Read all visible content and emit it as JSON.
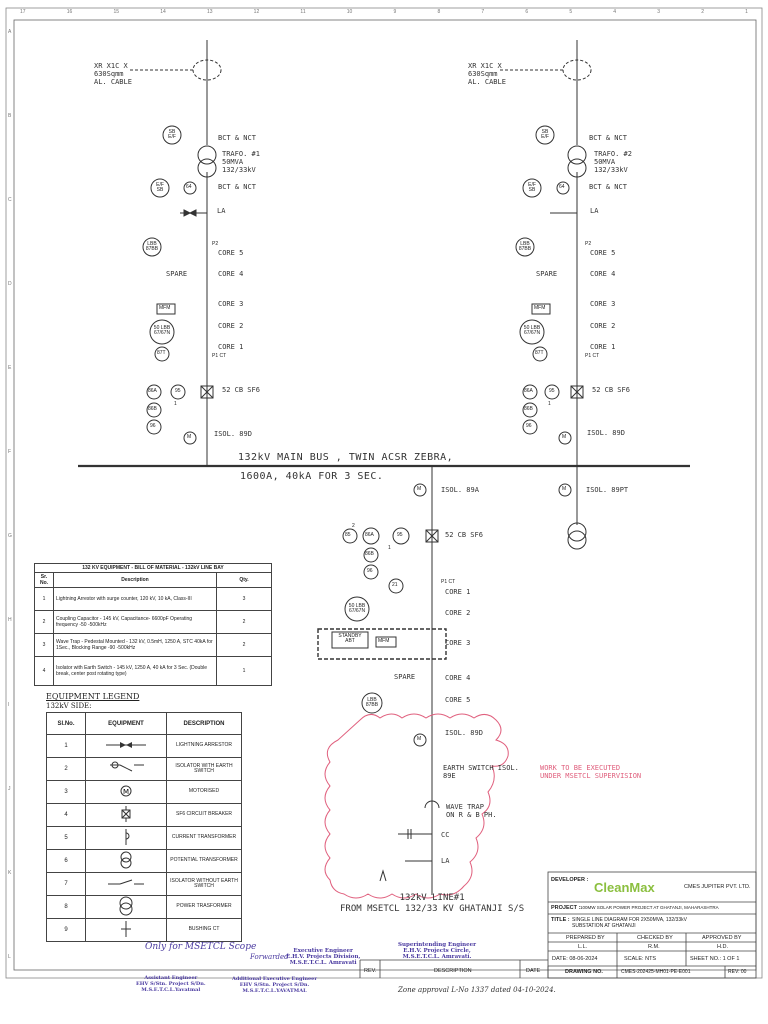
{
  "left_bay": {
    "cable": [
      "XR X1C X",
      "630Sqmm",
      "AL. CABLE"
    ],
    "sb_ef": "SB E/F",
    "ef_sb": "E/F SB",
    "relay_64": "64",
    "bct_nct_top": "BCT & NCT",
    "bct_nct_bottom": "BCT & NCT",
    "trafo": [
      "TRAFO. #1",
      "50MVA",
      "132/33kV"
    ],
    "la": "LA",
    "lbb": [
      "LBB",
      "87BB"
    ],
    "p2": "P2",
    "core5": "CORE 5",
    "spare": "SPARE",
    "core4": "CORE 4",
    "mfm": "MFM",
    "core3": "CORE 3",
    "diff": [
      "50 LBB",
      "67/67N"
    ],
    "core2": "CORE 2",
    "r87t": "87T",
    "core1": "CORE 1",
    "p1ct": "P1 CT",
    "r86a": "86A",
    "r95": "95",
    "r86b": "86B",
    "r96": "96",
    "n1": "1",
    "cb": "52 CB SF6",
    "m": "M",
    "isol": "ISOL. 89D"
  },
  "right_bay": {
    "cable": [
      "XR X1C X",
      "630Sqmm",
      "AL. CABLE"
    ],
    "sb_ef": "SB E/F",
    "ef_sb": "E/F SB",
    "relay_64": "64",
    "bct_nct_top": "BCT & NCT",
    "bct_nct_bottom": "BCT & NCT",
    "trafo": [
      "TRAFO. #2",
      "50MVA",
      "132/33kV"
    ],
    "la": "LA",
    "lbb": [
      "LBB",
      "87BB"
    ],
    "p2": "P2",
    "core5": "CORE 5",
    "spare": "SPARE",
    "core4": "CORE 4",
    "mfm": "MFM",
    "core3": "CORE 3",
    "diff": [
      "50 LBB",
      "67/67N"
    ],
    "core2": "CORE 2",
    "r87t": "87T",
    "core1": "CORE 1",
    "p1ct": "P1 CT",
    "r86a": "86A",
    "r95": "95",
    "r86b": "86B",
    "r96": "96",
    "n1": "1",
    "cb": "52 CB SF6",
    "m": "M",
    "isol": "ISOL. 89D"
  },
  "main_bus": [
    "132kV MAIN BUS , TWIN ACSR ZEBRA,",
    "1600A, 40kA FOR 3 SEC."
  ],
  "line_bay": {
    "m": "M",
    "isol_89a": "ISOL. 89A",
    "isol_89pt": "ISOL. 89PT",
    "r85": "85",
    "r86a": "86A",
    "r95": "95",
    "r86b": "86B",
    "r96": "96",
    "n2": "2",
    "n1": "1",
    "cb": "52 CB SF6",
    "r21": "21",
    "p1ct": "P1 CT",
    "core1": "CORE 1",
    "diff": [
      "50 LBB",
      "67/67N"
    ],
    "core2": "CORE 2",
    "standby": [
      "STANDBY",
      "ABT"
    ],
    "mfm": "MFM",
    "core3": "CORE 3",
    "spare": "SPARE",
    "core4": "CORE 4",
    "lbb": [
      "LBB",
      "87BB"
    ],
    "core5": "CORE 5",
    "isol_89d": "ISOL. 89D",
    "earth_switch": [
      "EARTH SWITCH ISOL.",
      "89E"
    ],
    "wave_trap": [
      "WAVE TRAP",
      "ON R & B PH."
    ],
    "cc": "CC",
    "la": "LA",
    "source": [
      "132kV LINE#1",
      "FROM MSETCL 132/33 KV GHATANJI S/S"
    ],
    "note": [
      "WORK TO BE EXECUTED",
      "UNDER MSETCL SUPERVISION"
    ]
  },
  "bom": {
    "title": "132 KV EQUIPMENT - BILL OF MATERIAL - 132kV LINE BAY",
    "headers": [
      "Sr. No.",
      "Description",
      "Qty."
    ],
    "rows": [
      {
        "no": "1",
        "desc": "Lightning Arrestor with surge counter, 120 kV, 10 kA, Class-III",
        "qty": "3"
      },
      {
        "no": "2",
        "desc": "Coupling Capacitor - 145 kV, Capacitance- 6600pF Operating frequency -50 -500kHz",
        "qty": "2"
      },
      {
        "no": "3",
        "desc": "Wave Trap - Pedestal Mounted - 132 kV, 0.5mH, 1250 A, STC 40kA for 1Sec., Blocking Range -90 -500kHz",
        "qty": "2"
      },
      {
        "no": "4",
        "desc": "Isolator with Earth Switch - 145 kV, 1250 A, 40 kA for 3 Sec. (Double break, center post rotating type)",
        "qty": "1"
      }
    ]
  },
  "legend": {
    "title": "EQUIPMENT LEGEND",
    "subtitle": "132kV SIDE:",
    "headers": [
      "Sl.No.",
      "EQUIPMENT",
      "DESCRIPTION"
    ],
    "rows": [
      {
        "no": "1",
        "desc": "LIGHTNING ARRESTOR",
        "icon": "lightning-arrestor-icon"
      },
      {
        "no": "2",
        "desc": "ISOLATOR WITH EARTH SWITCH",
        "icon": "isolator-earth-switch-icon"
      },
      {
        "no": "3",
        "desc": "MOTORISED",
        "icon": "motor-icon"
      },
      {
        "no": "4",
        "desc": "SF6 CIRCUIT BREAKER",
        "icon": "breaker-icon"
      },
      {
        "no": "5",
        "desc": "CURRENT TRANSFORMER",
        "icon": "current-transformer-icon"
      },
      {
        "no": "6",
        "desc": "POTENTIAL TRANSFORMER",
        "icon": "potential-transformer-icon"
      },
      {
        "no": "7",
        "desc": "ISOLATOR WITHOUT EARTH SWITCH",
        "icon": "isolator-icon"
      },
      {
        "no": "8",
        "desc": "POWER TRASFORMER",
        "icon": "power-transformer-icon"
      },
      {
        "no": "9",
        "desc": "BUSHING CT",
        "icon": "bushing-ct-icon"
      }
    ]
  },
  "title_block": {
    "developer_label": "DEVELOPER :",
    "logo": "CleanMax",
    "developer": "CMES JUPITER PVT. LTD.",
    "project_label": "PROJECT :",
    "project": "100MW SOLAR POWER PROJECT AT GHATANJI, MAHARASHTRA",
    "title_label": "TITLE :",
    "title": [
      "SINGLE LINE DIAGRAM FOR 2X50MVA, 132/33kV",
      "SUBSTATION AT GHATANJI"
    ],
    "prepared_label": "PREPARED BY",
    "checked_label": "CHECKED BY",
    "approved_label": "APPROVED BY",
    "prepared": "L.L.",
    "checked": "R.M.",
    "approved": "H.D.",
    "date": "DATE: 08-06-2024",
    "scale": "SCALE: NTS",
    "sheet": "SHEET NO.: 1 OF 1",
    "rev_label": "REV.",
    "description_label": "DESCRIPTION",
    "date_label": "DATE",
    "drawing_label": "DRAWING NO.",
    "drawing_no": "CMES-202425-MH01-PE-E001",
    "rev_no": "REV: 00"
  },
  "annotations": {
    "scope_note": "Only for MSETCL Scope",
    "forwarded": "Forwarded",
    "stamp1": [
      "Executive Engineer",
      "E.H.V. Projects Division,",
      "M.S.E.T.C.L. Amravati"
    ],
    "stamp2": [
      "Superintending Engineer",
      "E.H.V. Projects Circle,",
      "M.S.E.T.C.L. Amravati."
    ],
    "stamp3": [
      "Assistant Engineer",
      "EHV S/Stn. Project S/Dn.",
      "M.S.E.T.C.L.Yavatmal"
    ],
    "stamp4": [
      "Additional Executive Engineer",
      "EHV S/Stn. Project S/Dn.",
      "M.S.E.T.C.L.YAVATMAL"
    ],
    "approval_note": "Zone approval L-No 1337 dated 04-10-2024."
  },
  "frame": {
    "top_ticks": [
      "17",
      "16",
      "15",
      "14",
      "13",
      "12",
      "11",
      "10",
      "9",
      "8",
      "7",
      "6",
      "5",
      "4",
      "3",
      "2",
      "1"
    ],
    "side_ticks": [
      "A",
      "B",
      "C",
      "D",
      "E",
      "F",
      "G",
      "H",
      "I",
      "J",
      "K",
      "L"
    ]
  }
}
